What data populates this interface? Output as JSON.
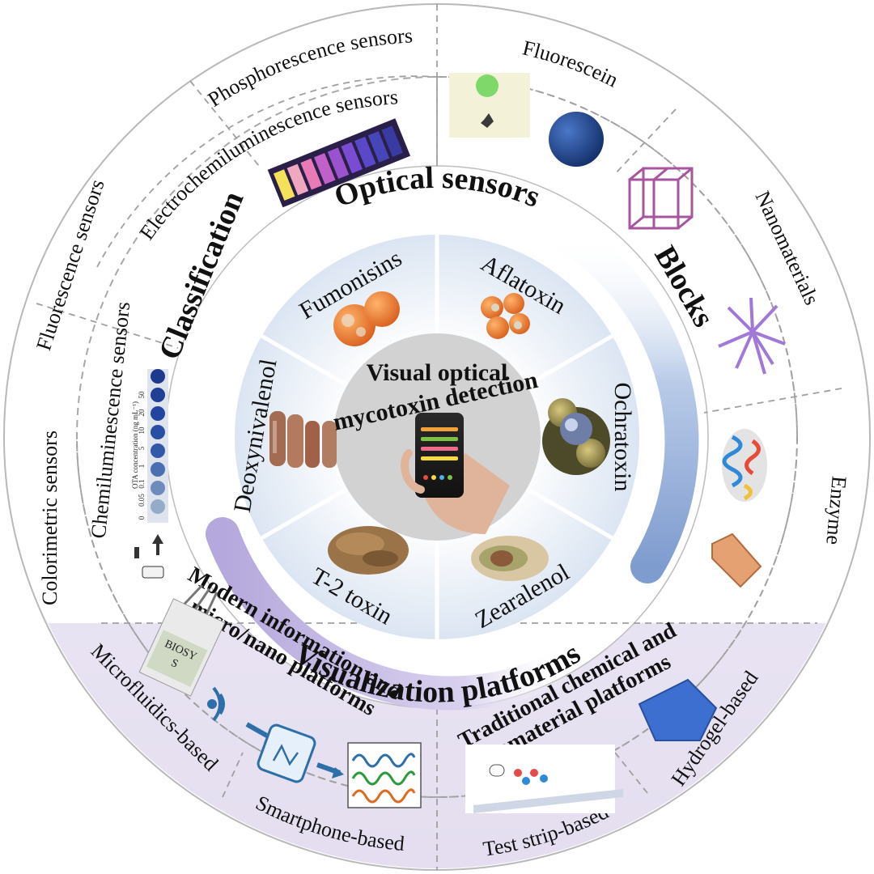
{
  "center": {
    "line1": "Visual optical",
    "line2": "mycotoxin detection"
  },
  "mycotoxins": {
    "fumonisins": "Fumonisins",
    "aflatoxin": "Aflatoxin",
    "ochratoxin": "Ochratoxin",
    "zearalenol": "Zearalenol",
    "t2": "T-2 toxin",
    "deoxynivalenol": "Deoxynivalenol"
  },
  "sections": {
    "optical": "Optical sensors",
    "blocks": "Blocks",
    "classification": "Classification",
    "visualization": "Visualization platforms",
    "modern_line1": "Modern information and",
    "modern_line2": "micro/nano platforms",
    "traditional_line1": "Traditional chemical and",
    "traditional_line2": "biomaterial platforms"
  },
  "classification_items": {
    "phosphorescence": "Phosphorescence sensors",
    "electrochemiluminescence": "Electrochemiluminescence  sensors",
    "fluorescence": "Fluorescence sensors",
    "chemiluminescence": "Chemiluminescence  sensors",
    "colorimetric": "Colorimetric  sensors"
  },
  "blocks_items": {
    "fluorescein": "Fluorescein",
    "nanomaterials": "Nanomaterials",
    "enzyme": "Enzyme"
  },
  "platform_items": {
    "microfluidics": "Microfluidics-based",
    "smartphone": "Smartphone-based",
    "test_strip": "Test strip-based",
    "hydrogel": "Hydrogel-based"
  },
  "strip_text": {
    "conc_label": "OTA concentration (ng mL⁻¹)",
    "values": [
      "0",
      "0.05",
      "0.1",
      "1",
      "5",
      "10",
      "20",
      "50"
    ]
  },
  "chip_label": {
    "line1": "BIOSY",
    "line2": "S"
  },
  "colors": {
    "outer_ring": "#ffffff",
    "dashed": "#9a9a9a",
    "inner_sector": "#eaf0f7",
    "center_disk": "#cfcfcf",
    "blue_arc": "#8fa9d6",
    "purple_arc": "#b4a9dc",
    "bottom_band": "#ece8f4"
  }
}
